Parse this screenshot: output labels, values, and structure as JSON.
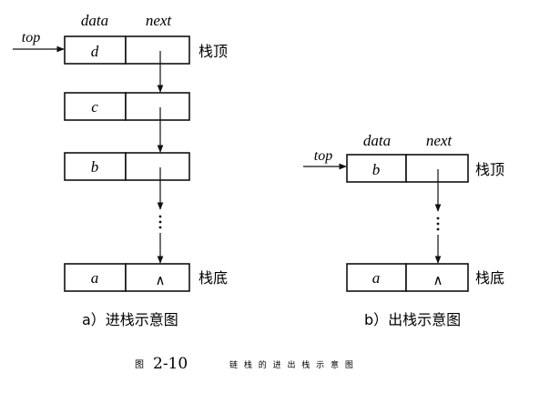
{
  "left": {
    "header_data": "data",
    "header_next": "next",
    "pointer_label": "top",
    "nodes": [
      "d",
      "c",
      "b",
      "a"
    ],
    "null_symbol": "∧",
    "top_label": "栈顶",
    "bottom_label": "栈底",
    "caption": "a）进栈示意图"
  },
  "right": {
    "header_data": "data",
    "header_next": "next",
    "pointer_label": "top",
    "nodes": [
      "b",
      "a"
    ],
    "null_symbol": "∧",
    "top_label": "栈顶",
    "bottom_label": "栈底",
    "caption": "b）出栈示意图"
  },
  "figure": {
    "number": "2-10",
    "title": "链 栈 的 进 出 栈 示 意 图"
  }
}
